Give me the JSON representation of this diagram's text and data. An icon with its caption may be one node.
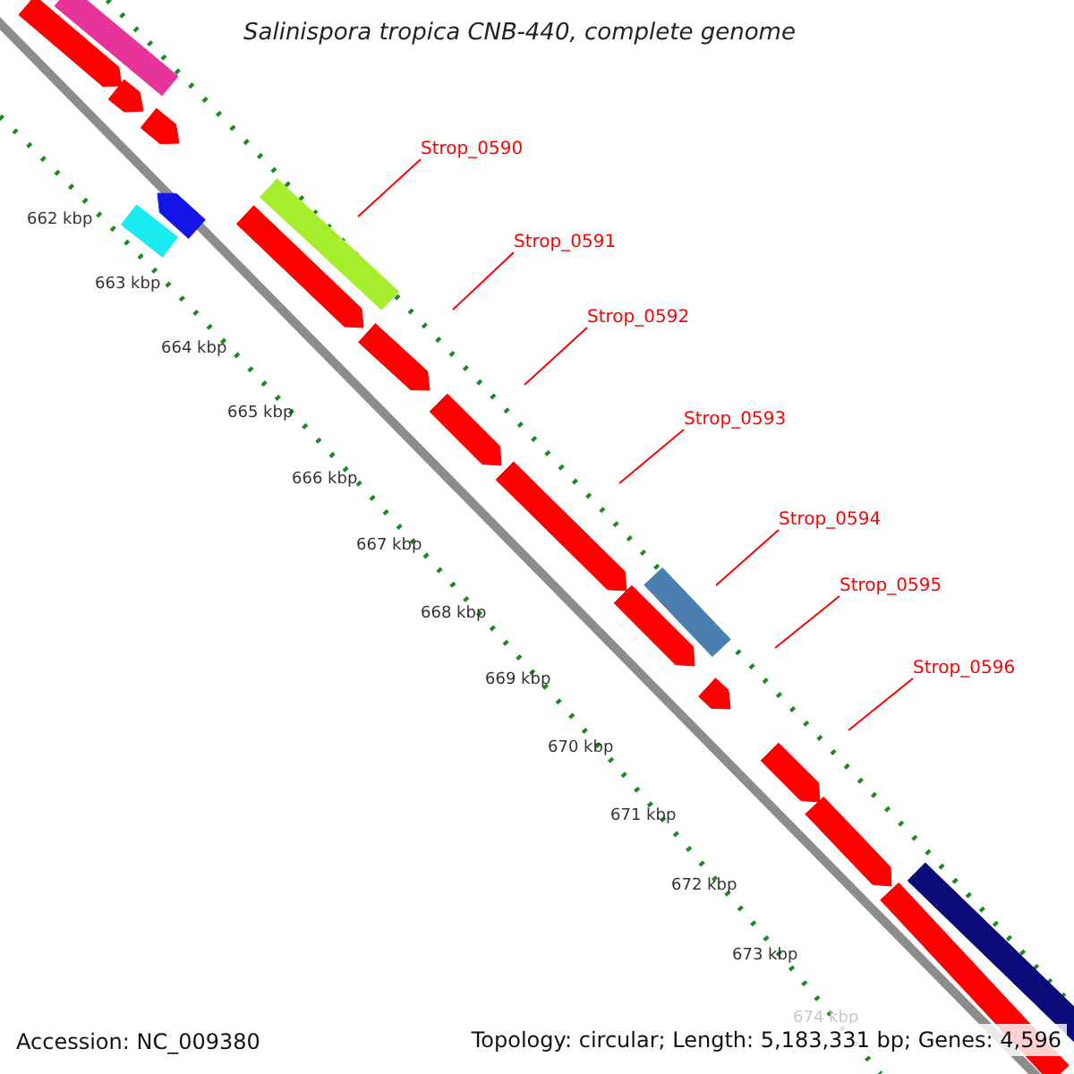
{
  "diagram": {
    "title": "Salinispora tropica CNB-440, complete genome",
    "nodes": [
      {
        "text": [
          "Strop_0590"
        ]
      },
      {
        "text": [
          "Strop_0591"
        ]
      },
      {
        "text": [
          "Strop_0592"
        ]
      },
      {
        "text": [
          "Strop_0593"
        ]
      },
      {
        "text": [
          "Strop_0594"
        ]
      },
      {
        "text": [
          "Strop_0595"
        ]
      },
      {
        "text": [
          "Strop_0596"
        ]
      }
    ],
    "edges": [
      {
        "from": 0,
        "to": null,
        "arrow": "none"
      },
      {
        "from": 1,
        "to": null,
        "arrow": "none"
      },
      {
        "from": 2,
        "to": null,
        "arrow": "none"
      },
      {
        "from": 3,
        "to": null,
        "arrow": "none"
      },
      {
        "from": 4,
        "to": null,
        "arrow": "none"
      },
      {
        "from": 5,
        "to": null,
        "arrow": "none"
      },
      {
        "from": 6,
        "to": null,
        "arrow": "none"
      }
    ],
    "labels": [
      "662 kbp",
      "663 kbp",
      "664 kbp",
      "665 kbp",
      "666 kbp",
      "667 kbp",
      "668 kbp",
      "669 kbp",
      "670 kbp",
      "671 kbp",
      "672 kbp",
      "673 kbp",
      "674 kbp",
      "Accession: NC_009380",
      "Topology: circular; Length: 5,183,331 bp; Genes: 4,596"
    ]
  }
}
